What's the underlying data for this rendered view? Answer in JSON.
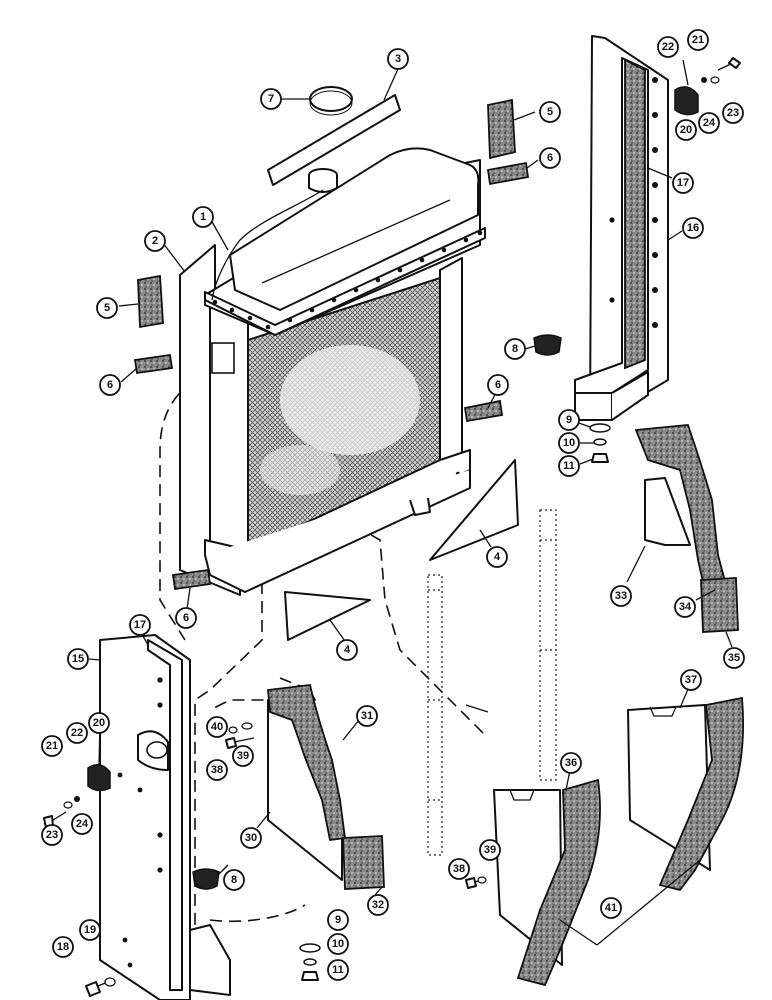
{
  "callouts": [
    {
      "id": "c1",
      "label": "1"
    },
    {
      "id": "c2",
      "label": "2"
    },
    {
      "id": "c3",
      "label": "3"
    },
    {
      "id": "c4a",
      "label": "4"
    },
    {
      "id": "c4b",
      "label": "4"
    },
    {
      "id": "c5a",
      "label": "5"
    },
    {
      "id": "c5b",
      "label": "5"
    },
    {
      "id": "c6a",
      "label": "6"
    },
    {
      "id": "c6b",
      "label": "6"
    },
    {
      "id": "c6c",
      "label": "6"
    },
    {
      "id": "c6d",
      "label": "6"
    },
    {
      "id": "c7",
      "label": "7"
    },
    {
      "id": "c8a",
      "label": "8"
    },
    {
      "id": "c8b",
      "label": "8"
    },
    {
      "id": "c9a",
      "label": "9"
    },
    {
      "id": "c9b",
      "label": "9"
    },
    {
      "id": "c10a",
      "label": "10"
    },
    {
      "id": "c10b",
      "label": "10"
    },
    {
      "id": "c11a",
      "label": "11"
    },
    {
      "id": "c11b",
      "label": "11"
    },
    {
      "id": "c15",
      "label": "15"
    },
    {
      "id": "c16",
      "label": "16"
    },
    {
      "id": "c17a",
      "label": "17"
    },
    {
      "id": "c17b",
      "label": "17"
    },
    {
      "id": "c18",
      "label": "18"
    },
    {
      "id": "c19",
      "label": "19"
    },
    {
      "id": "c20a",
      "label": "20"
    },
    {
      "id": "c20b",
      "label": "20"
    },
    {
      "id": "c21a",
      "label": "21"
    },
    {
      "id": "c21b",
      "label": "21"
    },
    {
      "id": "c22a",
      "label": "22"
    },
    {
      "id": "c22b",
      "label": "22"
    },
    {
      "id": "c23a",
      "label": "23"
    },
    {
      "id": "c23b",
      "label": "23"
    },
    {
      "id": "c24a",
      "label": "24"
    },
    {
      "id": "c24b",
      "label": "24"
    },
    {
      "id": "c30",
      "label": "30"
    },
    {
      "id": "c31",
      "label": "31"
    },
    {
      "id": "c32",
      "label": "32"
    },
    {
      "id": "c33",
      "label": "33"
    },
    {
      "id": "c34",
      "label": "34"
    },
    {
      "id": "c35",
      "label": "35"
    },
    {
      "id": "c36",
      "label": "36"
    },
    {
      "id": "c37",
      "label": "37"
    },
    {
      "id": "c38a",
      "label": "38"
    },
    {
      "id": "c38b",
      "label": "38"
    },
    {
      "id": "c39a",
      "label": "39"
    },
    {
      "id": "c39b",
      "label": "39"
    },
    {
      "id": "c40",
      "label": "40"
    },
    {
      "id": "c41",
      "label": "41"
    }
  ]
}
